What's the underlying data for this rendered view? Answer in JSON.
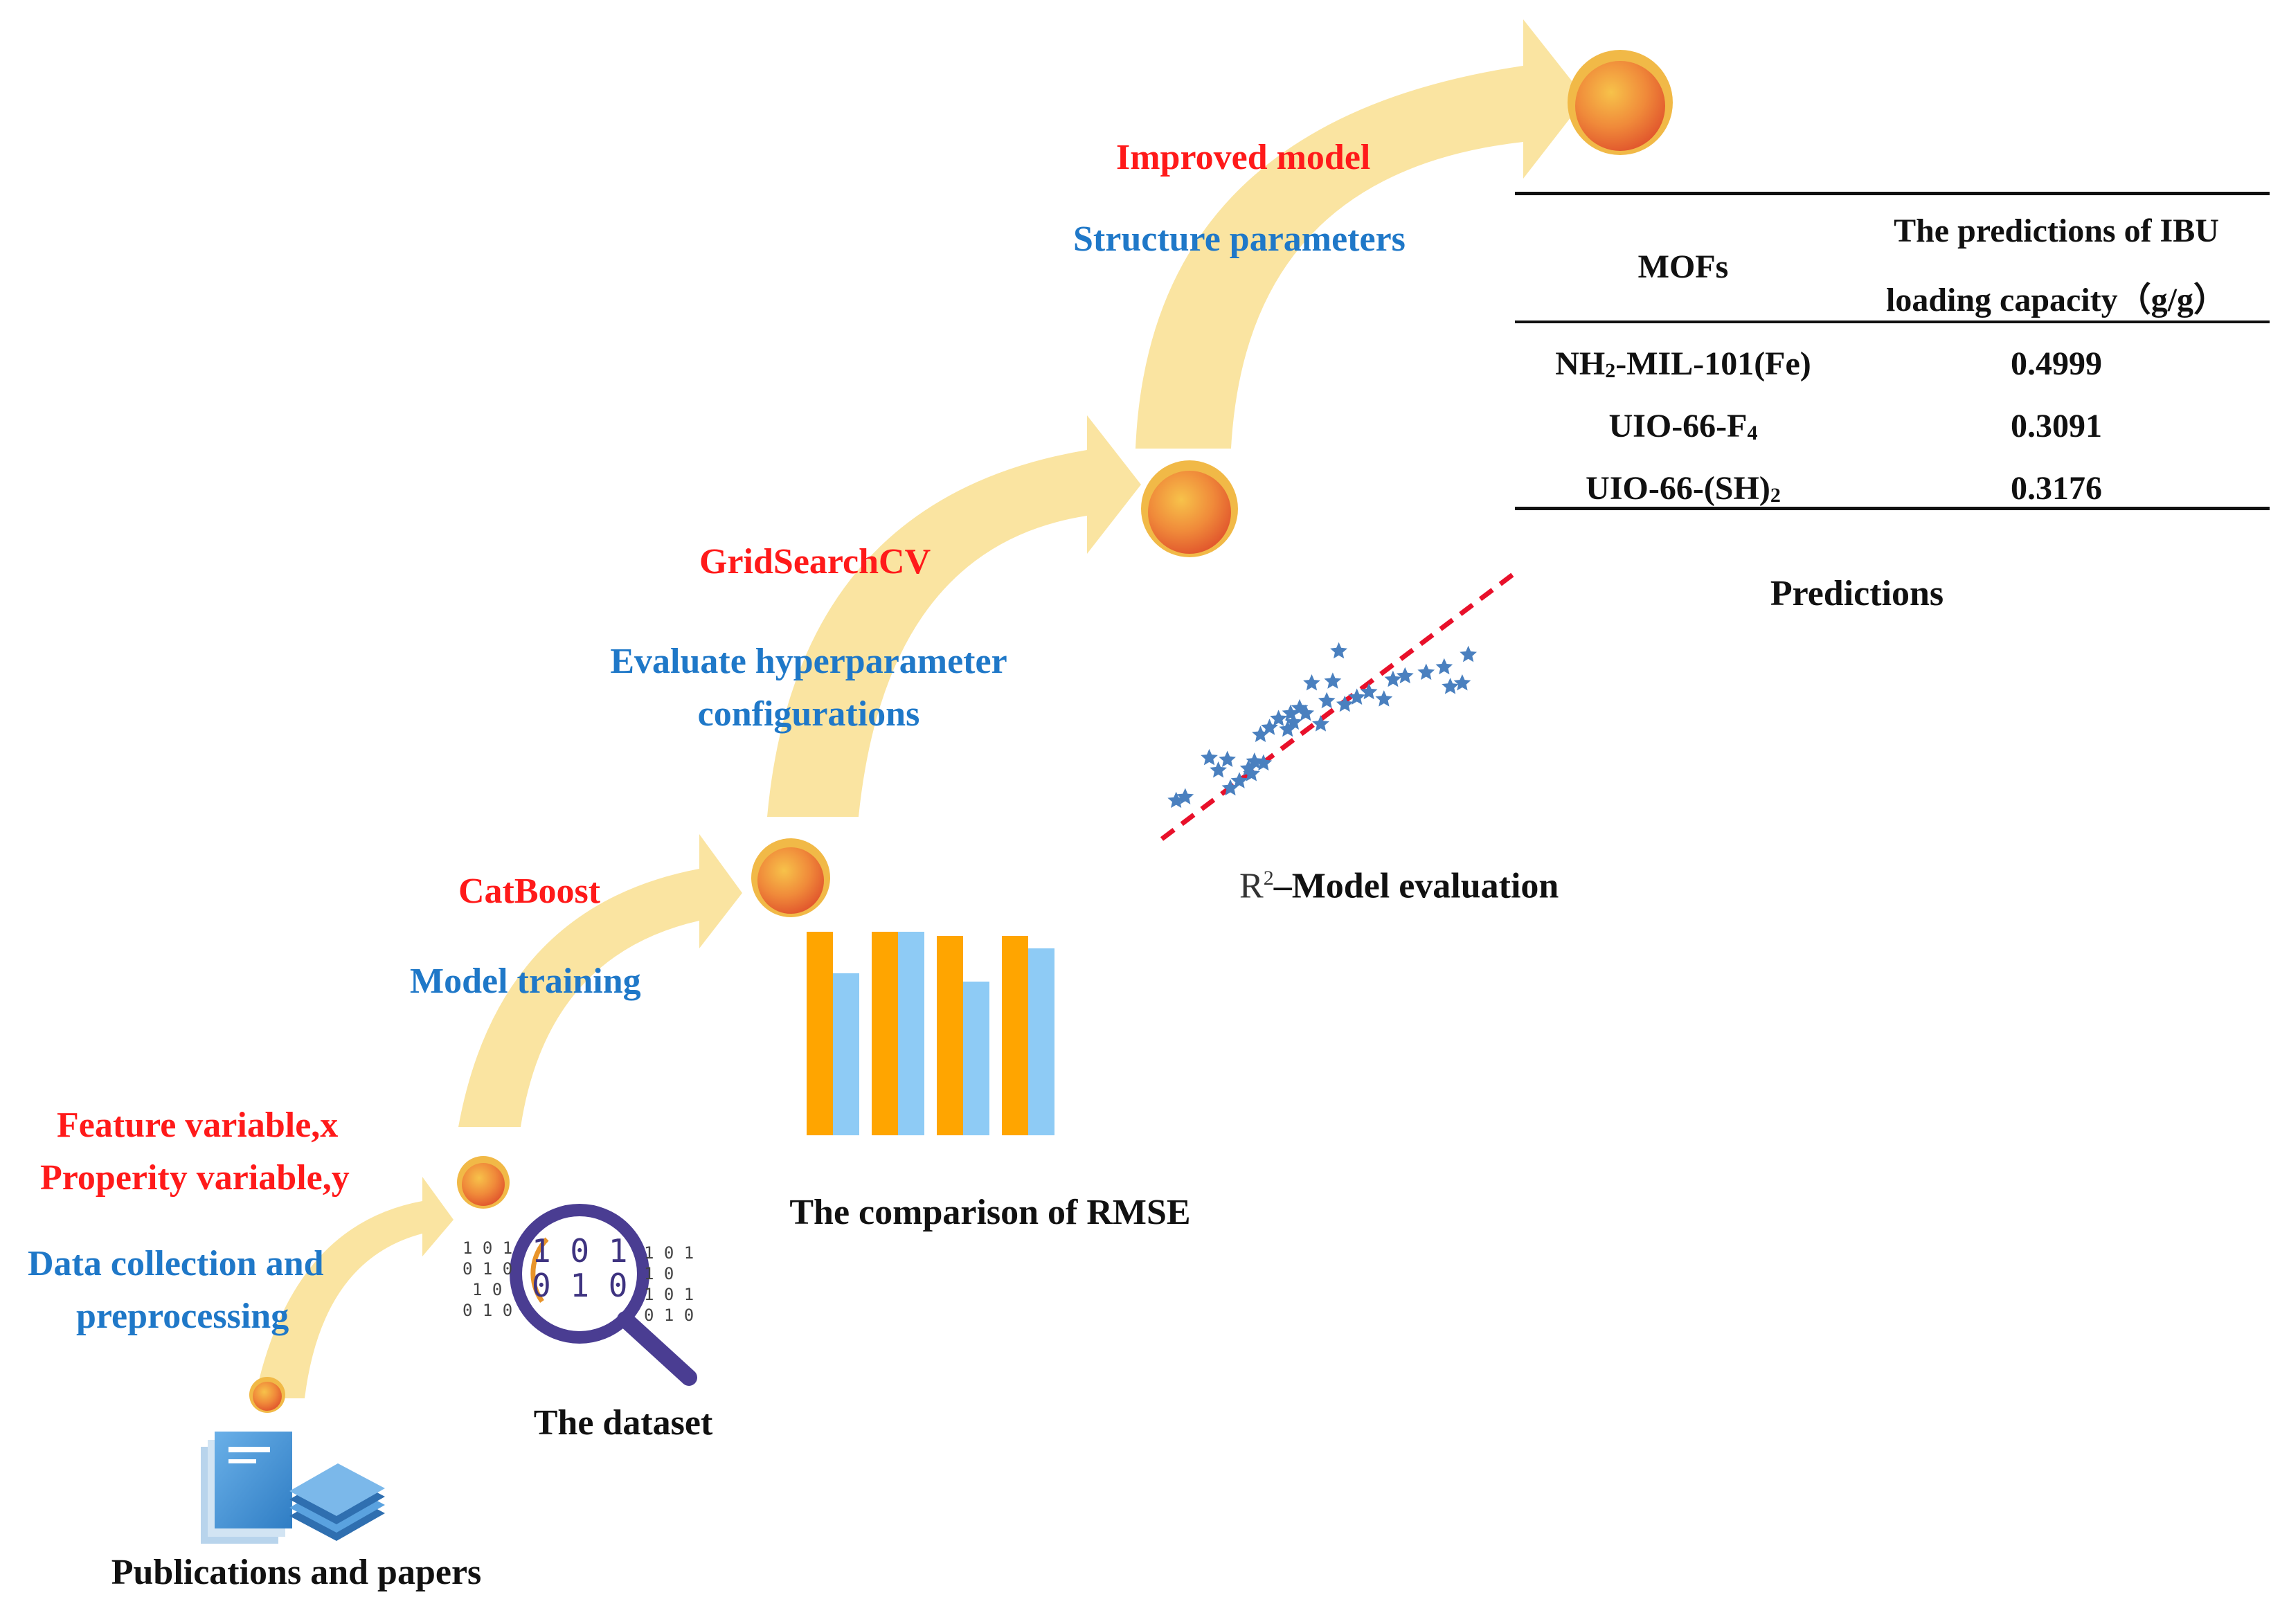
{
  "stages": [
    {
      "title": "Feature variable,x",
      "title2": "Properity variable,y",
      "subtitle_line1": "Data collection and",
      "subtitle_line2": "preprocessing",
      "caption": "Publications and papers"
    },
    {
      "caption": "The dataset"
    },
    {
      "title": "CatBoost",
      "subtitle": "Model training",
      "caption": "The  comparison of RMSE"
    },
    {
      "title": "GridSearchCV",
      "subtitle_line1": "Evaluate hyperparameter",
      "subtitle_line2": "configurations",
      "caption_prefix": "R",
      "caption_sup": "2",
      "caption_suffix": "–Model evaluation"
    },
    {
      "title": "Improved model",
      "subtitle": "Structure parameters",
      "caption": "Predictions"
    }
  ],
  "binary_text": {
    "small_rows": [
      "1 0 1",
      "0 1 0",
      "1 0",
      "0 1 0"
    ],
    "small_rows_right": [
      "1 0 1",
      "1 0",
      "1 0 1",
      "0 1 0"
    ],
    "large_rows": [
      "1 0 1",
      "0 1 0"
    ]
  },
  "table": {
    "col1_header": "MOFs",
    "col2_header_line1": "The predictions of IBU",
    "col2_header_line2": "loading capacity（g/g）",
    "rows": [
      {
        "mof_a": "NH",
        "mof_sub": "2",
        "mof_b": "-MIL-101(Fe)",
        "value": "0.4999"
      },
      {
        "mof_a": "UIO-66-F",
        "mof_sub": "4",
        "mof_b": "",
        "value": "0.3091"
      },
      {
        "mof_a": "UIO-66-(SH)",
        "mof_sub": "2",
        "mof_b": "",
        "value": "0.3176"
      }
    ]
  },
  "rmse_chart": {
    "groups": 4,
    "series": [
      {
        "color": "#ffa500",
        "values": [
          0.98,
          0.98,
          0.96,
          0.96
        ]
      },
      {
        "color": "#8ecbf5",
        "values": [
          0.78,
          0.98,
          0.74,
          0.9
        ]
      }
    ]
  },
  "scatter": {
    "points": [
      [
        0.02,
        0.06
      ],
      [
        0.05,
        0.08
      ],
      [
        0.13,
        0.3
      ],
      [
        0.16,
        0.23
      ],
      [
        0.19,
        0.29
      ],
      [
        0.2,
        0.13
      ],
      [
        0.23,
        0.17
      ],
      [
        0.26,
        0.24
      ],
      [
        0.27,
        0.21
      ],
      [
        0.31,
        0.27
      ],
      [
        0.3,
        0.43
      ],
      [
        0.33,
        0.47
      ],
      [
        0.36,
        0.52
      ],
      [
        0.39,
        0.46
      ],
      [
        0.41,
        0.5
      ],
      [
        0.43,
        0.58
      ],
      [
        0.45,
        0.55
      ],
      [
        0.47,
        0.72
      ],
      [
        0.5,
        0.49
      ],
      [
        0.52,
        0.62
      ],
      [
        0.54,
        0.73
      ],
      [
        0.56,
        0.9
      ],
      [
        0.58,
        0.6
      ],
      [
        0.62,
        0.64
      ],
      [
        0.66,
        0.67
      ],
      [
        0.71,
        0.63
      ],
      [
        0.74,
        0.74
      ],
      [
        0.78,
        0.76
      ],
      [
        0.85,
        0.78
      ],
      [
        0.91,
        0.81
      ],
      [
        0.93,
        0.7
      ],
      [
        0.97,
        0.72
      ],
      [
        0.99,
        0.88
      ],
      [
        0.4,
        0.55
      ],
      [
        0.28,
        0.28
      ]
    ]
  },
  "colors": {
    "arrow": "#fae4a1",
    "title": "#ff1a1a",
    "subtitle": "#1f78c8",
    "fit_line": "#e8102a",
    "star": "#4a80bf",
    "node_outer": "#e8a43a",
    "node_inner": "#e56c2a"
  }
}
